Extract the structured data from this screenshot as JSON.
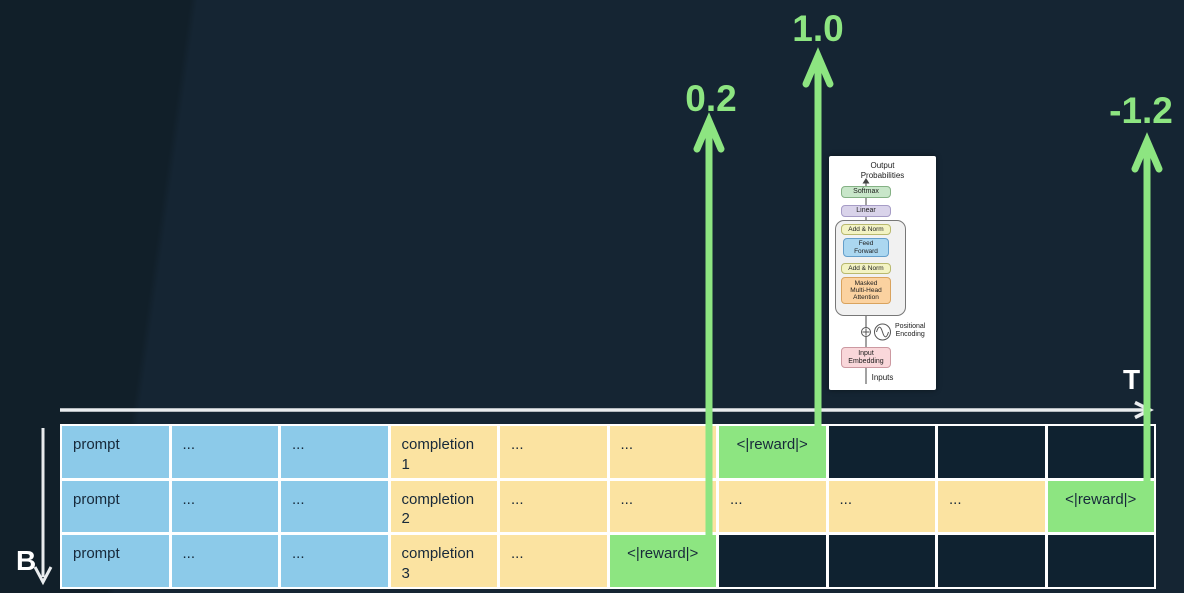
{
  "rewards": {
    "completion1_value": "1.0",
    "completion2_value": "-1.2",
    "completion3_value": "0.2"
  },
  "axes": {
    "time_label": "T",
    "batch_label": "B"
  },
  "transformer": {
    "output": "Output\nProbabilities",
    "softmax": "Softmax",
    "linear": "Linear",
    "add_norm_top": "Add & Norm",
    "feed_forward": "Feed\nForward",
    "add_norm_bottom": "Add & Norm",
    "masked_attention": "Masked\nMulti-Head\nAttention",
    "positional_encoding": "Positional\nEncoding",
    "input_embedding": "Input\nEmbedding",
    "inputs": "Inputs"
  },
  "colors": {
    "background": "#152533",
    "cell_blue": "#8ccae9",
    "cell_yellow": "#fbe3a1",
    "cell_green": "#8de581",
    "arrow_green": "#8de581",
    "axis_white": "#e9ecee"
  },
  "table": {
    "rows": [
      {
        "cells": [
          {
            "text": "prompt",
            "type": "blue"
          },
          {
            "text": "...",
            "type": "blue"
          },
          {
            "text": "...",
            "type": "blue"
          },
          {
            "text": "completion\n1",
            "type": "yellow"
          },
          {
            "text": "...",
            "type": "yellow"
          },
          {
            "text": "...",
            "type": "yellow"
          },
          {
            "text": "<|reward|>",
            "type": "green"
          },
          {
            "text": "",
            "type": "empty"
          },
          {
            "text": "",
            "type": "empty"
          },
          {
            "text": "",
            "type": "empty"
          }
        ]
      },
      {
        "cells": [
          {
            "text": "prompt",
            "type": "blue"
          },
          {
            "text": "...",
            "type": "blue"
          },
          {
            "text": "...",
            "type": "blue"
          },
          {
            "text": "completion\n2",
            "type": "yellow"
          },
          {
            "text": "...",
            "type": "yellow"
          },
          {
            "text": "...",
            "type": "yellow"
          },
          {
            "text": "...",
            "type": "yellow"
          },
          {
            "text": "...",
            "type": "yellow"
          },
          {
            "text": "...",
            "type": "yellow"
          },
          {
            "text": "<|reward|>",
            "type": "green"
          }
        ]
      },
      {
        "cells": [
          {
            "text": "prompt",
            "type": "blue"
          },
          {
            "text": "...",
            "type": "blue"
          },
          {
            "text": "...",
            "type": "blue"
          },
          {
            "text": "completion\n3",
            "type": "yellow"
          },
          {
            "text": "...",
            "type": "yellow"
          },
          {
            "text": "<|reward|>",
            "type": "green"
          },
          {
            "text": "",
            "type": "empty"
          },
          {
            "text": "",
            "type": "empty"
          },
          {
            "text": "",
            "type": "empty"
          },
          {
            "text": "",
            "type": "empty"
          }
        ]
      }
    ]
  }
}
